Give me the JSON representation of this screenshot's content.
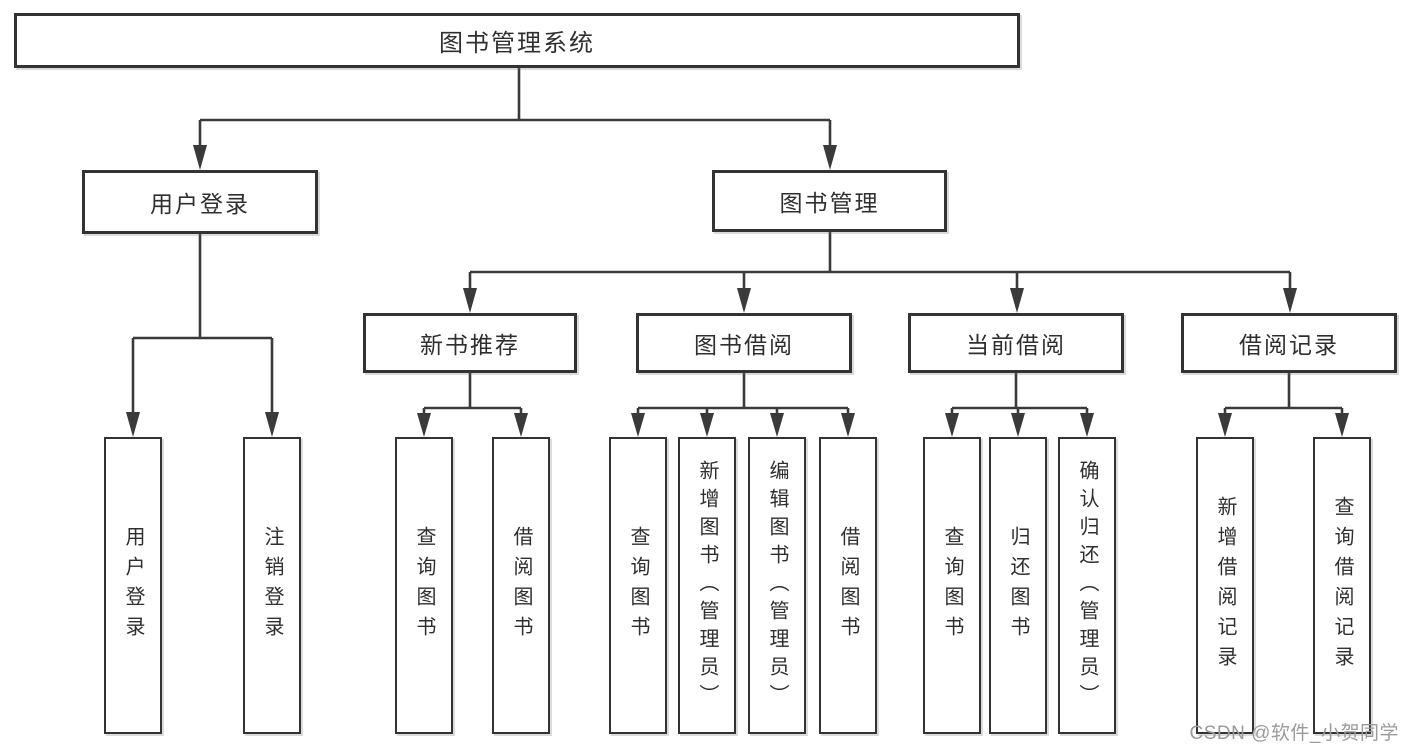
{
  "tree": {
    "label": "图书管理系统",
    "children": [
      {
        "label": "用户登录",
        "children": [
          {
            "label": "用户登录"
          },
          {
            "label": "注销登录"
          }
        ]
      },
      {
        "label": "图书管理",
        "children": [
          {
            "label": "新书推荐",
            "children": [
              {
                "label": "查询图书"
              },
              {
                "label": "借阅图书"
              }
            ]
          },
          {
            "label": "图书借阅",
            "children": [
              {
                "label": "查询图书"
              },
              {
                "label": "新增图书（管理员）"
              },
              {
                "label": "编辑图书（管理员）"
              },
              {
                "label": "借阅图书"
              }
            ]
          },
          {
            "label": "当前借阅",
            "children": [
              {
                "label": "查询图书"
              },
              {
                "label": "归还图书"
              },
              {
                "label": "确认归还（管理员）"
              }
            ]
          },
          {
            "label": "借阅记录",
            "children": [
              {
                "label": "新增借阅记录"
              },
              {
                "label": "查询借阅记录"
              }
            ]
          }
        ]
      }
    ]
  },
  "watermark": {
    "text": "CSDN @软件_小贺同学"
  },
  "colors": {
    "background": "#ffffff",
    "box_border": "#333333",
    "connector_line": "#3a3a3a",
    "text": "#2f2f2f",
    "watermark": "#9b9b9b"
  }
}
